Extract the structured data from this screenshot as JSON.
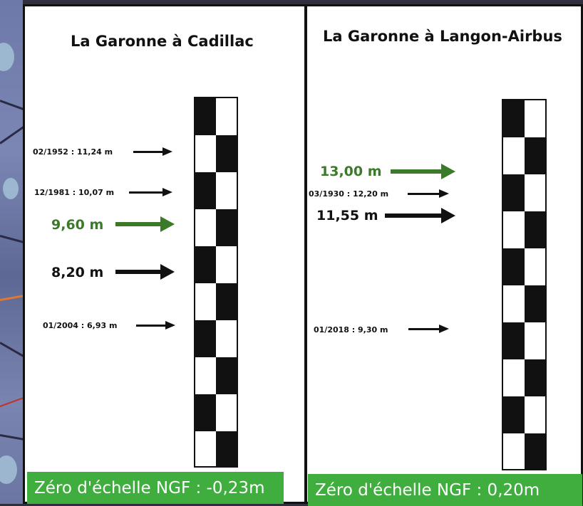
{
  "left": {
    "title": "La Garonne à Cadillac",
    "zero": "Zéro d'échelle NGF : -0,23m",
    "marks": [
      {
        "text": "02/1952 : 11,24 m",
        "style": "small"
      },
      {
        "text": "12/1981 : 10,07 m",
        "style": "small"
      },
      {
        "text": "9,60 m",
        "style": "big-green"
      },
      {
        "text": "8,20 m",
        "style": "big"
      },
      {
        "text": "01/2004 : 6,93 m",
        "style": "small"
      }
    ]
  },
  "right": {
    "title": "La Garonne à Langon-Airbus",
    "zero": "Zéro d'échelle NGF : 0,20m",
    "marks": [
      {
        "text": "13,00 m",
        "style": "big-green"
      },
      {
        "text": "03/1930 : 12,20 m",
        "style": "small"
      },
      {
        "text": "11,55 m",
        "style": "big"
      },
      {
        "text": "01/2018 : 9,30 m",
        "style": "small"
      }
    ]
  },
  "colors": {
    "green": "#3a7a28",
    "zero_bar": "#3fae3f",
    "checker": "#111111"
  }
}
